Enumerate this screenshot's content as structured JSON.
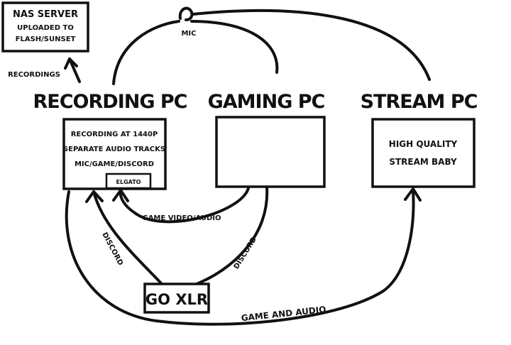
{
  "nodes": {
    "nas": {
      "title": "NAS SERVER",
      "line1": "UPLOADED TO",
      "line2": "FLASH/SUNSET"
    },
    "recording_pc": {
      "title": "RECORDING PC",
      "line1": "RECORDING AT 1440P",
      "line2": "SEPARATE AUDIO TRACKS",
      "line3": "MIC/GAME/DISCORD",
      "badge": "ELGATO"
    },
    "gaming_pc": {
      "title": "GAMING PC"
    },
    "stream_pc": {
      "title": "STREAM PC",
      "line1": "HIGH QUALITY",
      "line2": "STREAM BABY"
    },
    "goxlr": {
      "title": "GO XLR"
    },
    "mic": {
      "label": "MIC"
    }
  },
  "connections": {
    "recordings": "RECORDINGS",
    "game_video_audio": "GAME VIDEO/AUDIO",
    "discord_left": "DISCORD",
    "discord_right": "DISCORD",
    "game_and_audio": "GAME AND AUDIO"
  }
}
